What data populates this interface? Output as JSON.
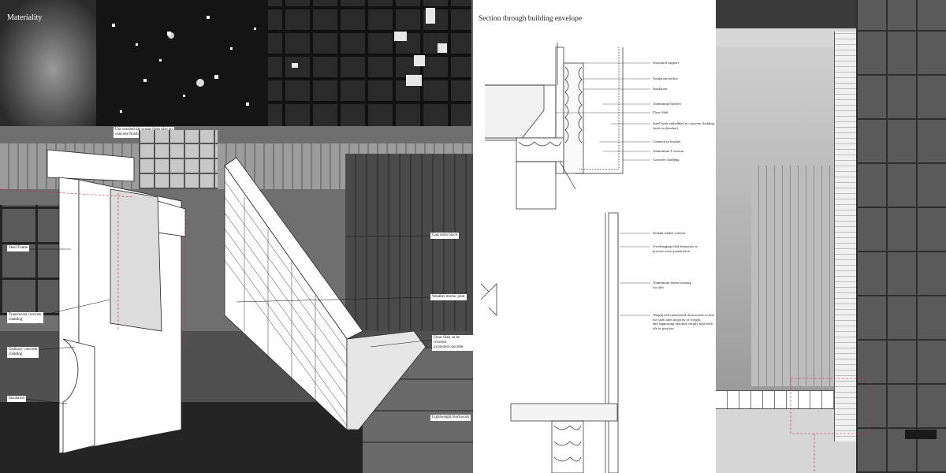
{
  "panel_materiality": {
    "title": "Materiality"
  },
  "panel_section": {
    "title": "Section through building envelope"
  },
  "collage_notes": {
    "glass_chips": "Use crushed tile scraps from tiles on\nconcrete finish (rubble)"
  },
  "collage_labels": [
    {
      "id": "steel-frame",
      "text": "Steel Frame"
    },
    {
      "id": "translucent",
      "text": "Translucent concrete\ncladding"
    },
    {
      "id": "ordinary",
      "text": "Ordinary concrete\ncladding"
    },
    {
      "id": "insulation",
      "text": "Insulation"
    },
    {
      "id": "cast-resin",
      "text": "Cast resin block"
    },
    {
      "id": "weather-mortar",
      "text": "Weather mortar joint"
    },
    {
      "id": "floor-slab",
      "text": "Floor Slab, to be covered\nin poured concrete."
    },
    {
      "id": "blockwork",
      "text": "Lightweight blockwork"
    }
  ],
  "section_labels_upper": [
    "Structural support",
    "Insulation anchor",
    "Insulation",
    "Aluminium bracket",
    "Floor Slab",
    "Steel hook embedded in concrete cladding\n(rests on bracket)",
    "Connective bracket",
    "Aluminium T-section",
    "Concrete cladding"
  ],
  "section_labels_lower": [
    "Sealant rubber cement",
    "Overhanging tiled formation to\nprevent water penetration",
    "Aluminium frame housing\nfor tiles",
    "Weight still transferred downwards so that\nthe slab takes majority of weight,\nand supporting brackets simply hold each\ntile in position"
  ],
  "colors": {
    "dark_photo": "#1e1e1e",
    "mid_grey": "#8a8a8a",
    "accent_red": "#c0304a"
  }
}
